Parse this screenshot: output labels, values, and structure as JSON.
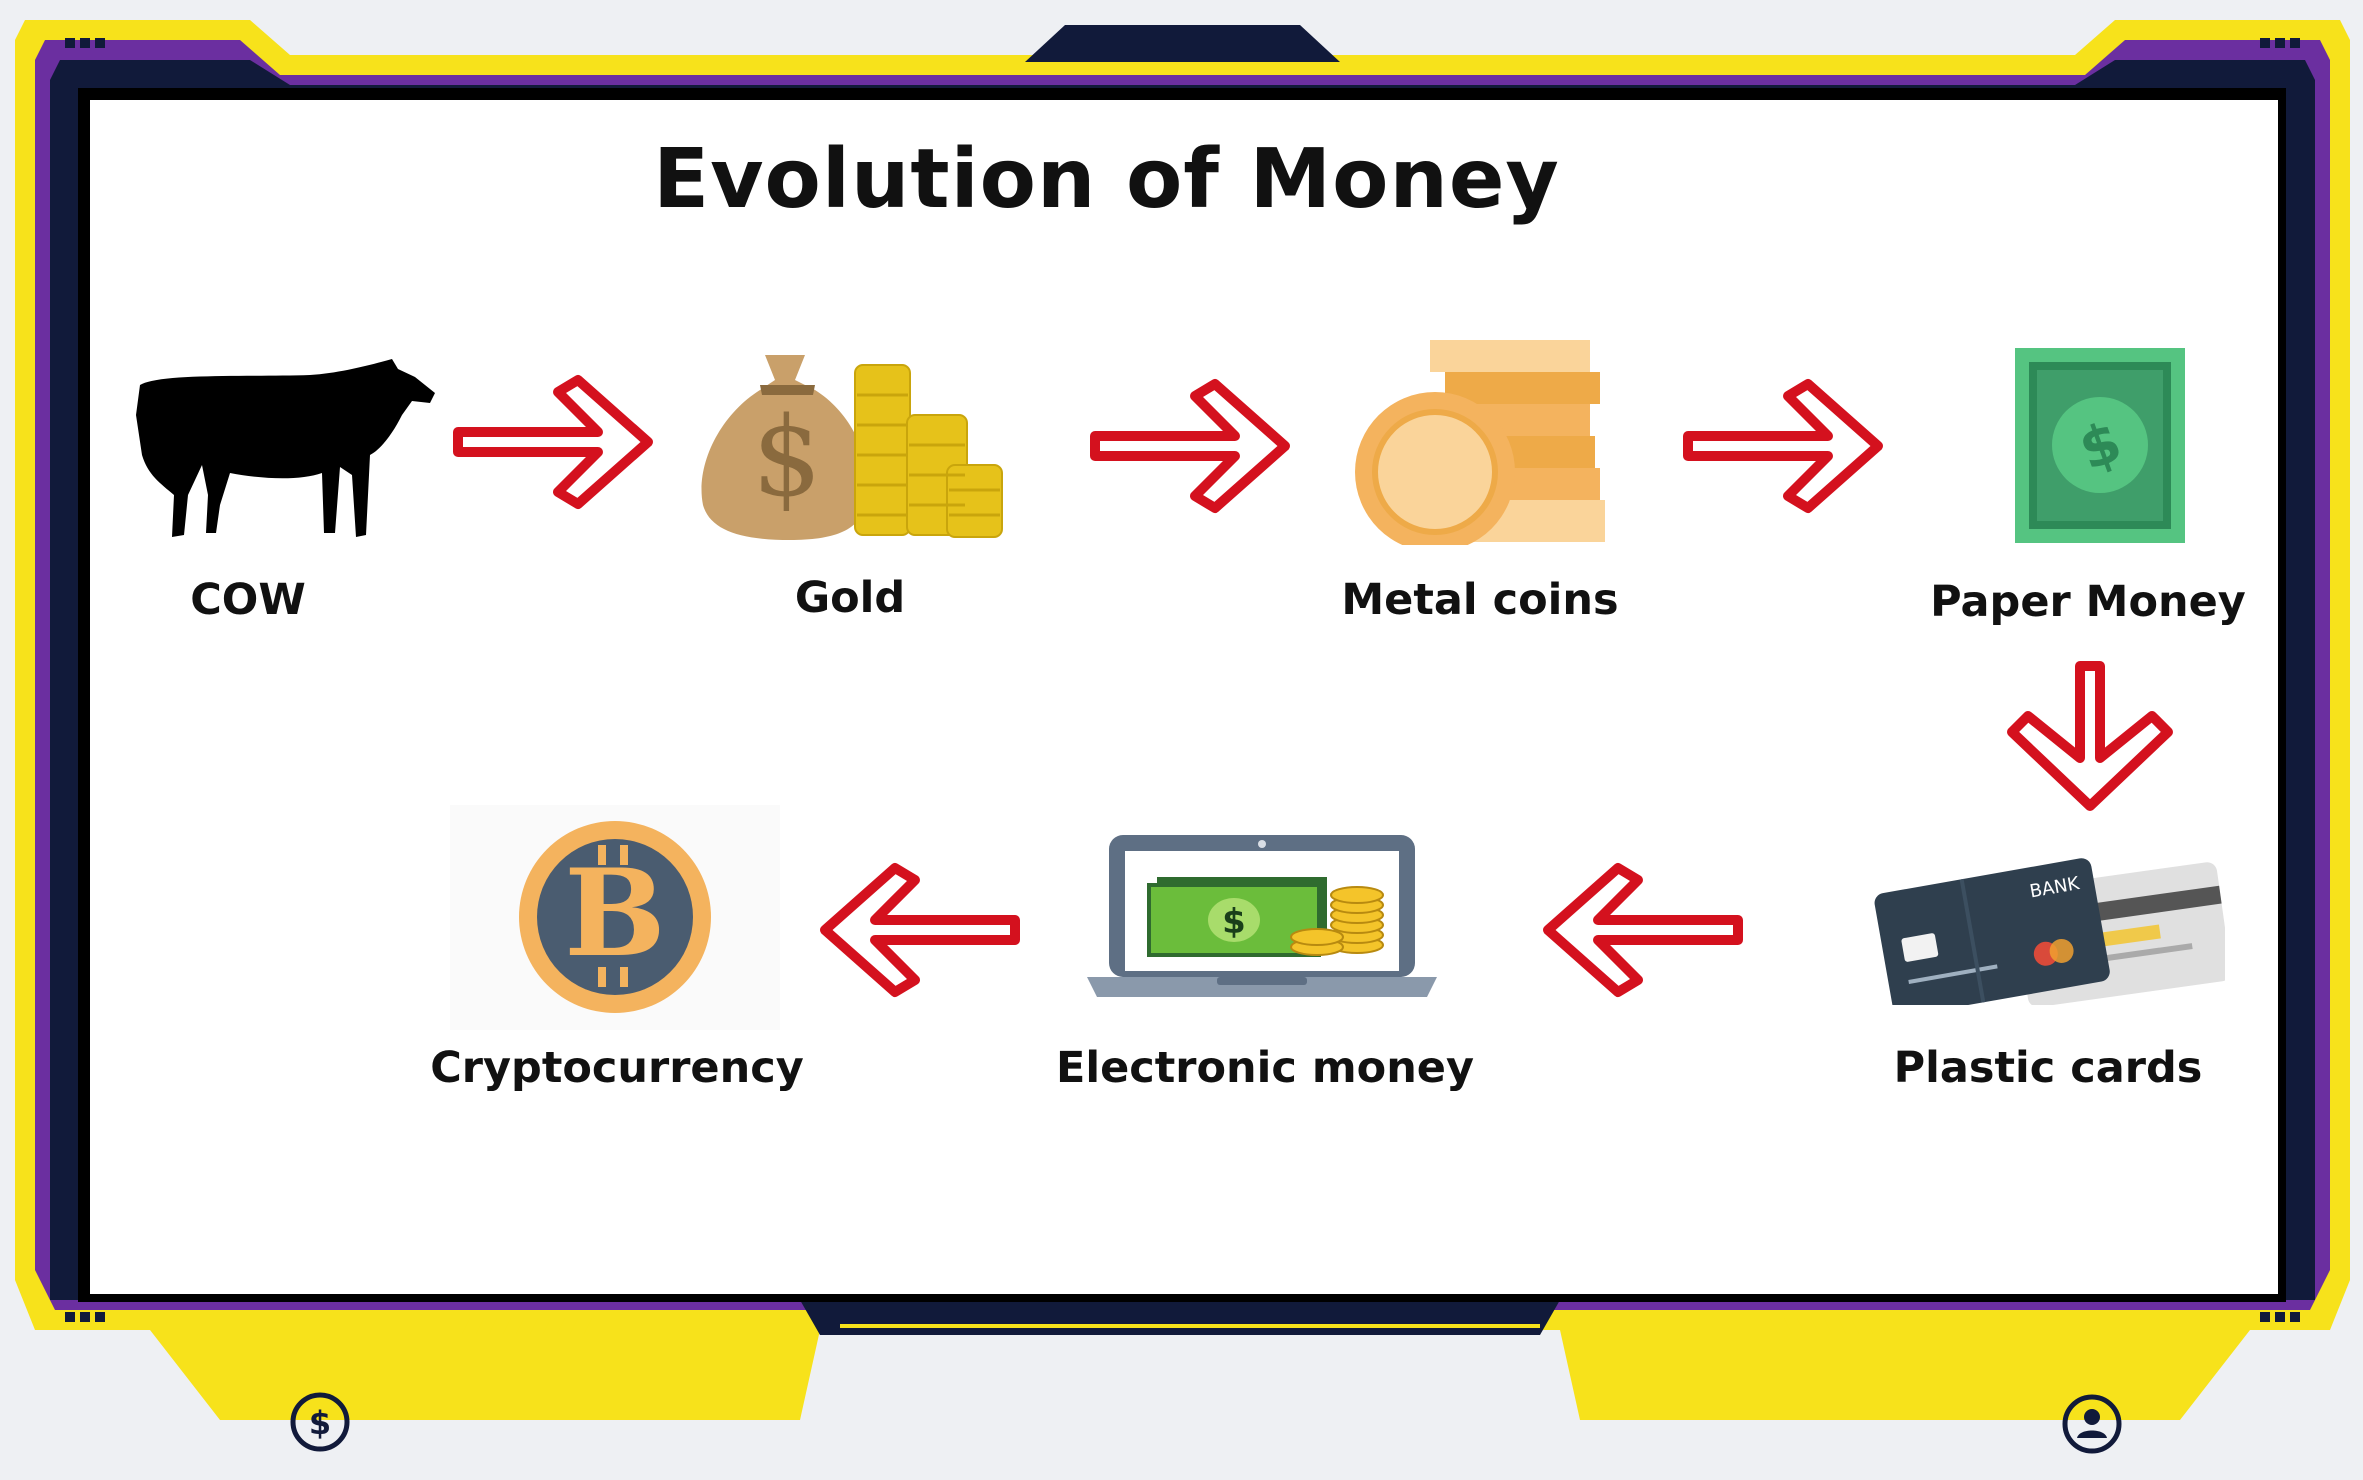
{
  "title": "Evolution of Money",
  "stages": [
    {
      "label": "COW",
      "icon": "cow-icon"
    },
    {
      "label": "Gold",
      "icon": "gold-money-bag-icon"
    },
    {
      "label": "Metal coins",
      "icon": "metal-coins-icon"
    },
    {
      "label": "Paper Money",
      "icon": "paper-money-icon"
    },
    {
      "label": "Plastic cards",
      "icon": "bank-card-icon"
    },
    {
      "label": "Electronic money",
      "icon": "laptop-money-icon"
    },
    {
      "label": "Cryptocurrency",
      "icon": "bitcoin-icon"
    }
  ],
  "colors": {
    "frame_yellow": "#f7e21b",
    "frame_purple": "#6b2fa0",
    "frame_navy": "#111a3a",
    "arrow_red": "#d4111e",
    "note_green": "#3f9e6a",
    "coin_orange": "#f4b35e",
    "bitcoin_slate": "#4a5c70"
  },
  "frame_icons": [
    "dollar-circle-icon",
    "user-circle-icon"
  ]
}
